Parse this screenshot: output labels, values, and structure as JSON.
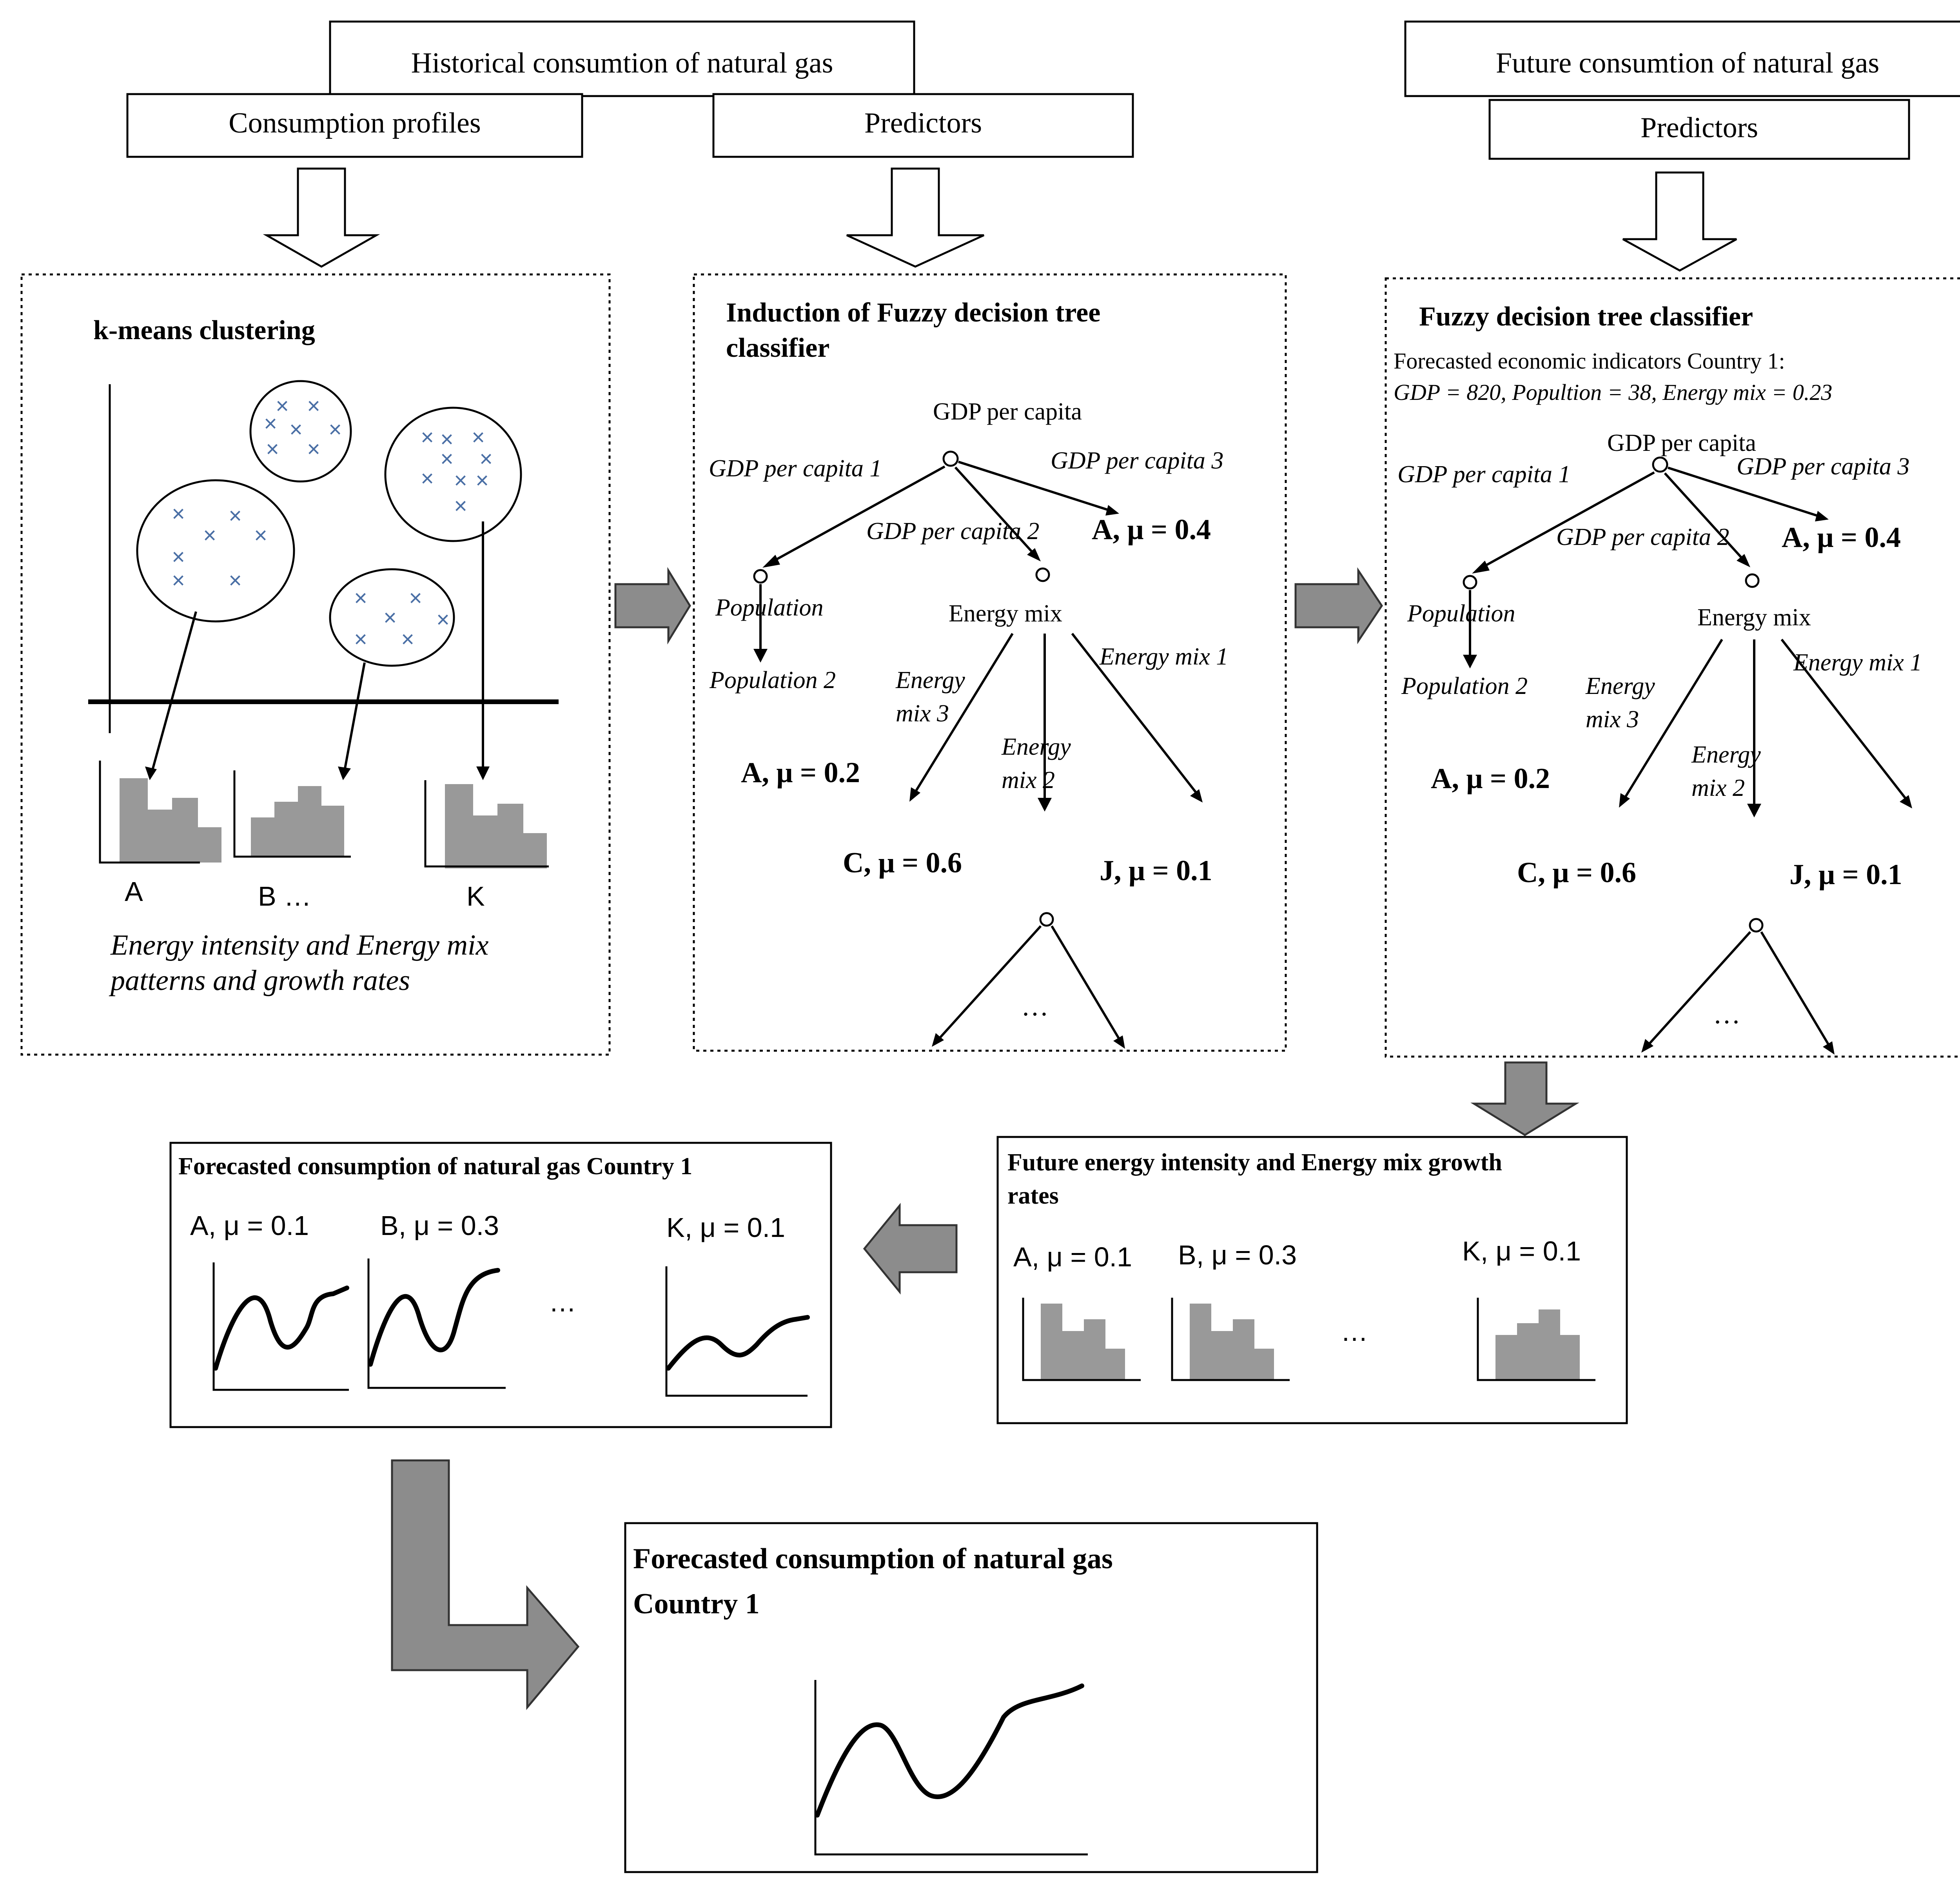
{
  "top_left": {
    "historical": "Historical consumtion of natural gas",
    "profiles": "Consumption profiles",
    "predictors": "Predictors"
  },
  "top_right": {
    "future": "Future consumtion of natural gas",
    "predictors": "Predictors"
  },
  "kmeans": {
    "title": "k-means clustering",
    "cluster_mark": "×",
    "label_a": "A",
    "label_b": "B …",
    "label_k": "K",
    "caption_line1": "Energy intensity and Energy mix",
    "caption_line2": "patterns and growth rates"
  },
  "induction": {
    "title_line1": "Induction of Fuzzy decision tree",
    "title_line2": "classifier"
  },
  "classifier": {
    "title": "Fuzzy decision tree classifier",
    "forecast_line1": "Forecasted economic indicators Country 1:",
    "forecast_line2": "GDP = 820, Popultion = 38, Energy mix = 0.23"
  },
  "tree": {
    "root": "GDP per capita",
    "branch1": "GDP per capita 1",
    "branch2": "GDP per capita 2",
    "branch3": "GDP per capita 3",
    "leaf_a": "A, μ = 0.4",
    "population": "Population",
    "population2": "Population 2",
    "leaf_a2": "A, μ = 0.2",
    "energy_mix": "Energy mix",
    "em1": "Energy mix 1",
    "em2_l1": "Energy",
    "em2_l2": "mix 2",
    "em3_l1": "Energy",
    "em3_l2": "mix 3",
    "leaf_c": "C, μ = 0.6",
    "leaf_j": "J, μ = 0.1",
    "ellipsis": "…"
  },
  "future_rates": {
    "title_line1": "Future energy intensity and Energy mix growth",
    "title_line2": "rates",
    "a": "A, μ = 0.1",
    "b": "B, μ = 0.3",
    "dots": "…",
    "k": "K, μ = 0.1"
  },
  "forecast_small": {
    "title": "Forecasted consumption of natural gas Country 1",
    "a": "A, μ = 0.1",
    "b": "B, μ = 0.3",
    "dots": "…",
    "k": "K, μ = 0.1"
  },
  "final": {
    "title_line1": "Forecasted consumption of natural gas",
    "title_line2": "Country 1"
  }
}
